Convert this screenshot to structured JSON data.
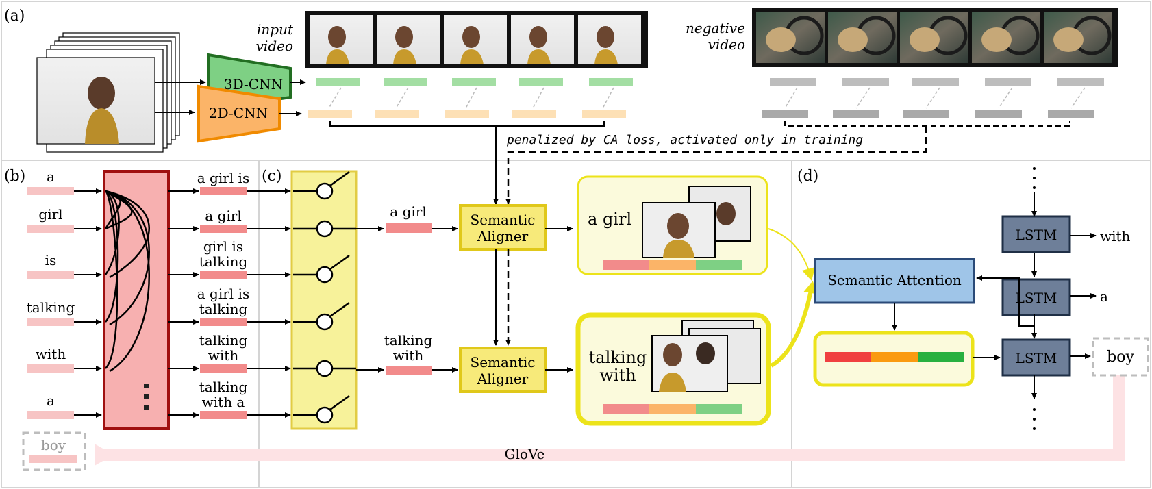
{
  "panels": {
    "a": "(a)",
    "b": "(b)",
    "c": "(c)",
    "d": "(d)"
  },
  "panel_a": {
    "input_video_label": [
      "input",
      "video"
    ],
    "negative_video_label": [
      "negative",
      "video"
    ],
    "cnn_3d": "3D-CNN",
    "cnn_2d": "2D-CNN",
    "ca_loss_note": "penalized by CA loss, activated only in training"
  },
  "panel_b": {
    "words": [
      "a",
      "girl",
      "is",
      "talking",
      "with",
      "a"
    ],
    "phrases": [
      [
        "a girl is"
      ],
      [
        "a girl"
      ],
      [
        "girl is",
        "talking"
      ],
      [
        "a girl is",
        "talking"
      ],
      [
        "talking",
        "with"
      ],
      [
        "talking",
        "with a"
      ]
    ],
    "next_word": "boy",
    "glove_label": "GloVe"
  },
  "panel_c": {
    "selected_phrases": [
      [
        "a girl"
      ],
      [
        "talking",
        "with"
      ]
    ],
    "aligner_label": [
      "Semantic",
      "Aligner"
    ],
    "aligned_phrases": [
      [
        "a girl"
      ],
      [
        "talking",
        "with"
      ]
    ]
  },
  "panel_d": {
    "attention_label": "Semantic Attention",
    "lstm_label": "LSTM",
    "outputs": [
      "with",
      "a",
      "boy"
    ]
  },
  "colors": {
    "green_3d": "#7ed084",
    "orange_2d": "#fbb468",
    "red_encoder": "#f7b0b0",
    "yellow": "#f7f29a",
    "blue_attention": "#9fc5e8",
    "lstm": "#6e7f99",
    "feature_green": "#a3dea3",
    "feature_orange": "#fde0b5",
    "feature_pink": "#f28b8b",
    "feature_gray": "#bdbdbd"
  }
}
